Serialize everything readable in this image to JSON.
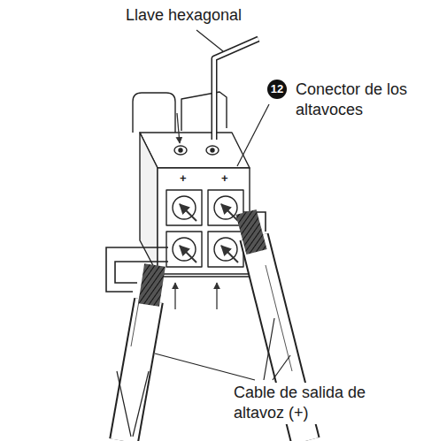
{
  "diagram": {
    "labels": [
      "Llave hexagonal",
      "12",
      "Conector de los altavoces",
      "+",
      "+",
      "Cable de salida de altavoz (+)"
    ]
  }
}
